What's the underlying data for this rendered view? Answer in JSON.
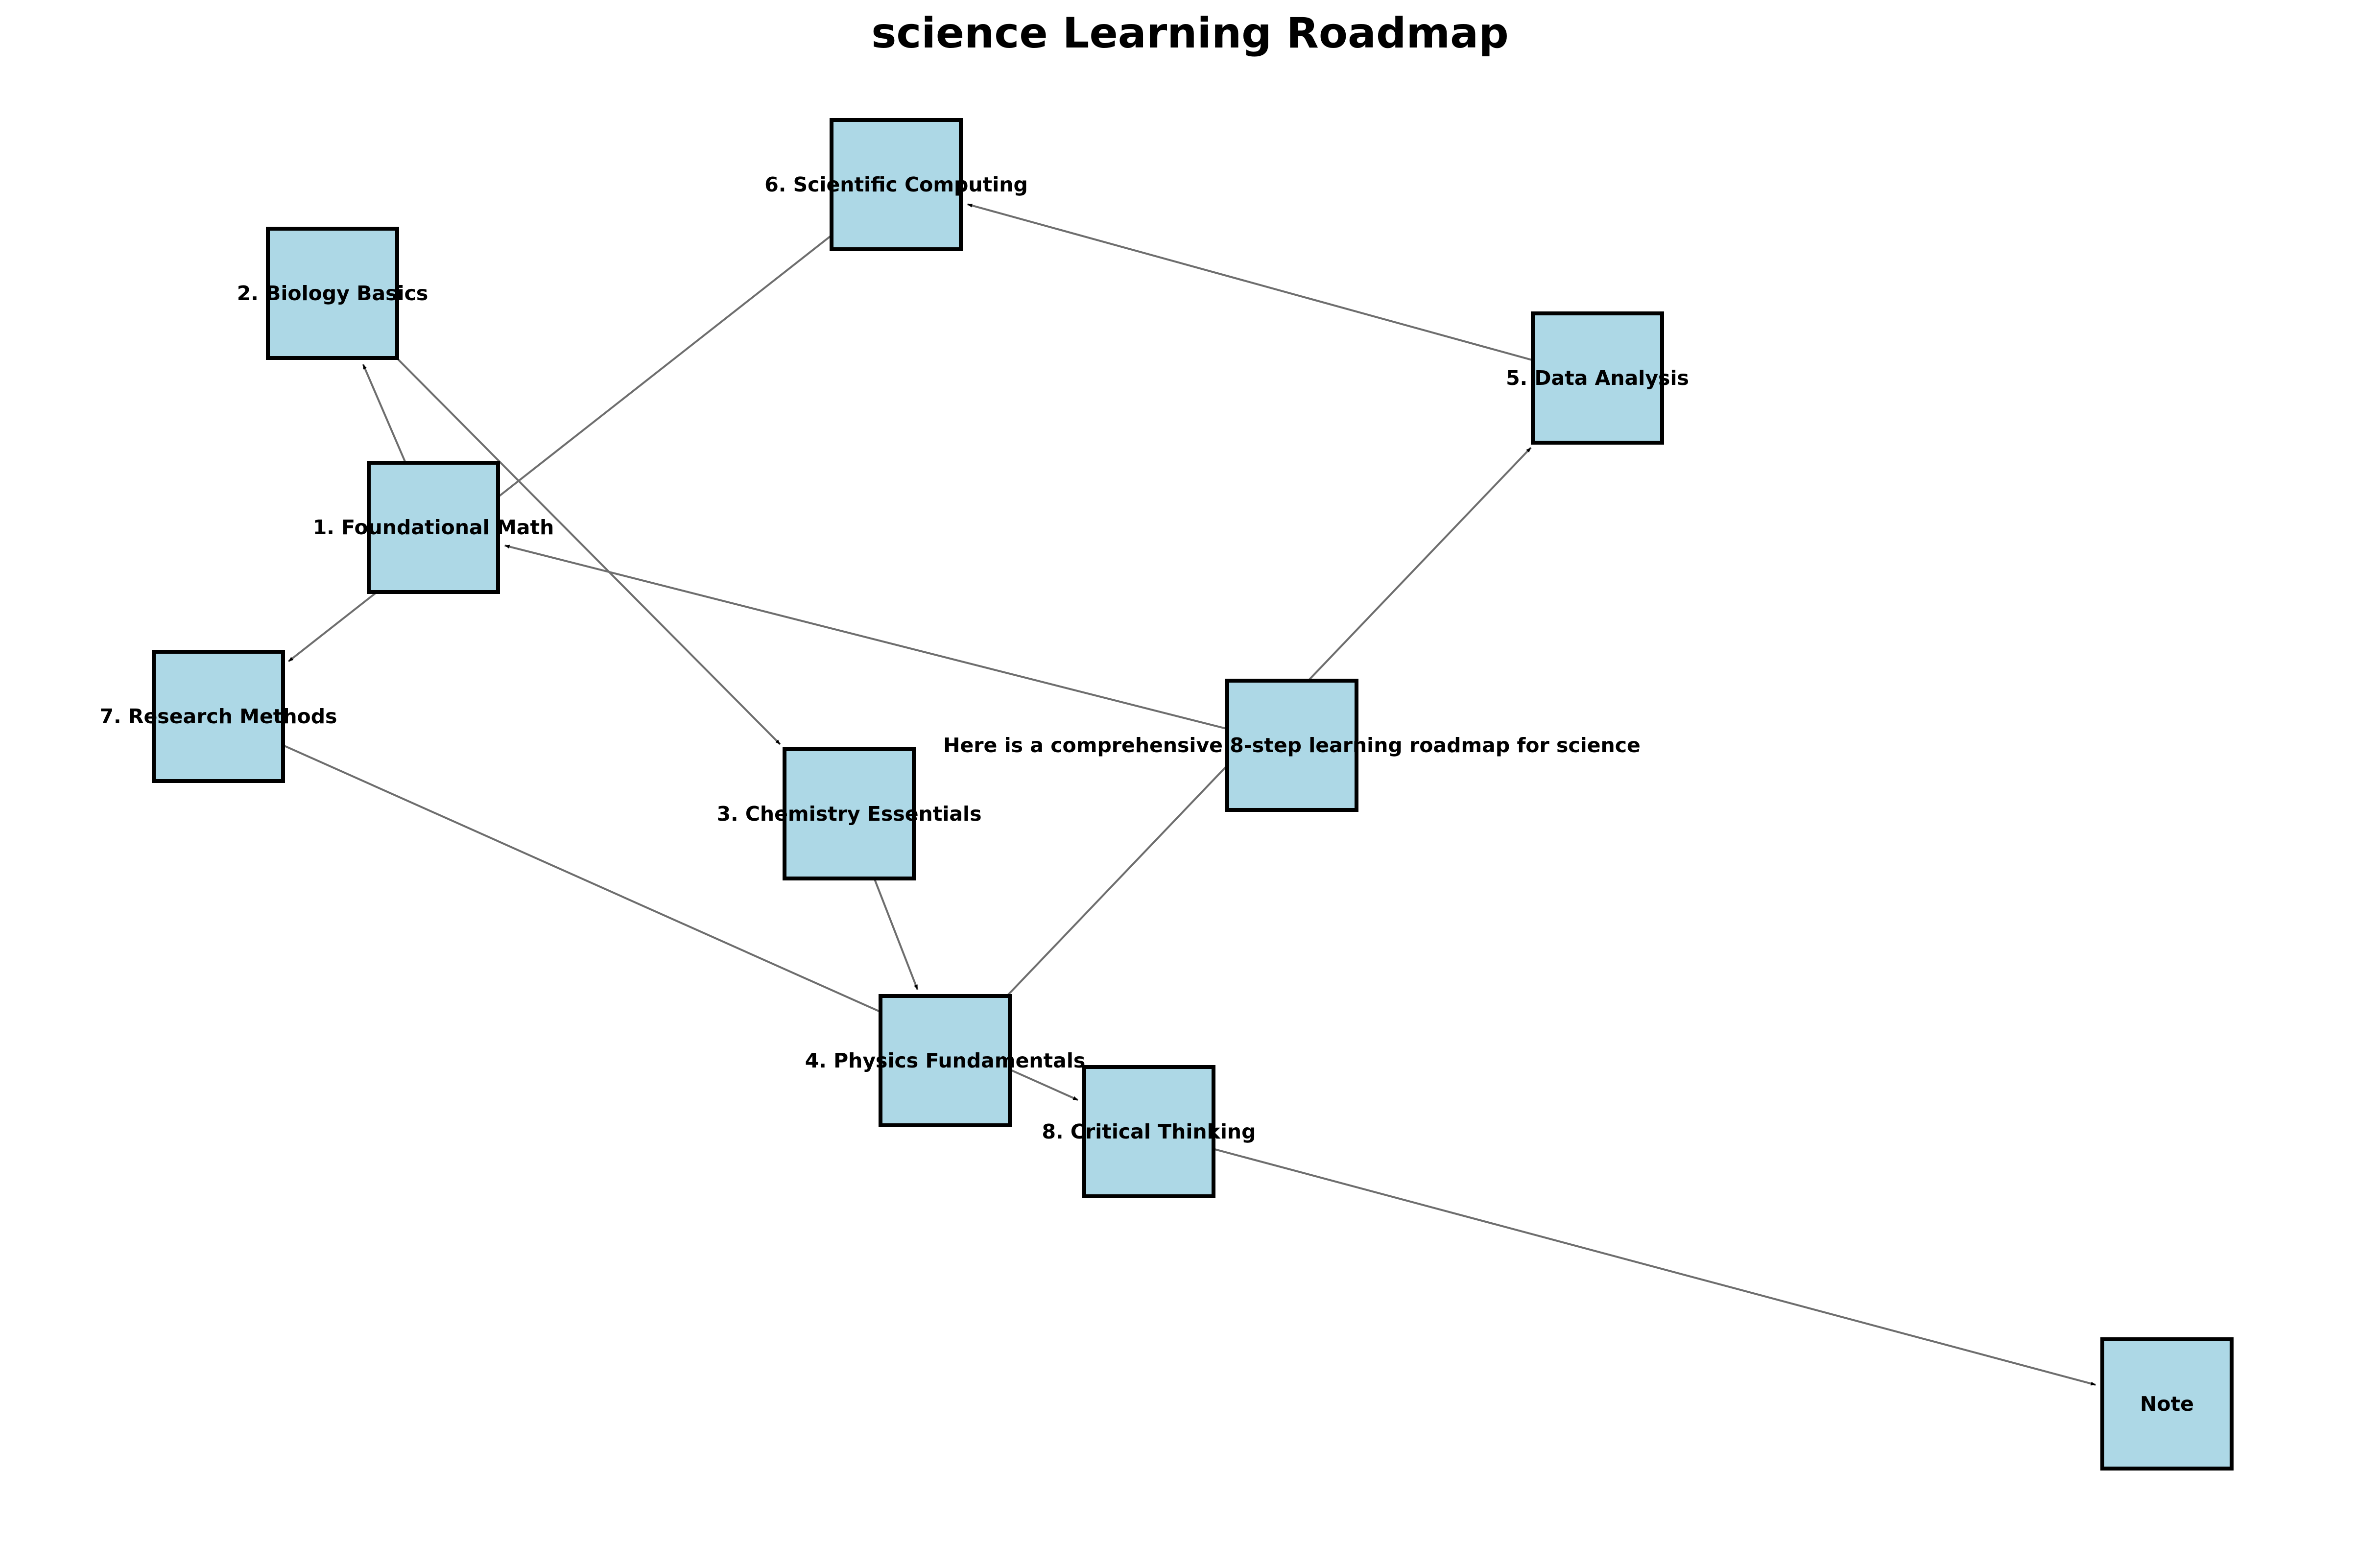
{
  "title": "science Learning Roadmap",
  "colors": {
    "node_fill": "#add8e6",
    "node_border": "#000000",
    "edge": "#6e6e6e",
    "text": "#000000"
  },
  "nodes": [
    {
      "id": "intro",
      "label": "Here is a comprehensive 8-step learning roadmap for science"
    },
    {
      "id": "n1",
      "label": "1. Foundational Math"
    },
    {
      "id": "n2",
      "label": "2. Biology Basics"
    },
    {
      "id": "n3",
      "label": "3. Chemistry Essentials"
    },
    {
      "id": "n4",
      "label": "4. Physics Fundamentals"
    },
    {
      "id": "n5",
      "label": "5. Data Analysis"
    },
    {
      "id": "n6",
      "label": "6. Scientific Computing"
    },
    {
      "id": "n7",
      "label": "7. Research Methods"
    },
    {
      "id": "n8",
      "label": "8. Critical Thinking"
    },
    {
      "id": "note",
      "label": "Note"
    }
  ],
  "edges": [
    {
      "from": "intro",
      "to": "n1"
    },
    {
      "from": "n1",
      "to": "n2"
    },
    {
      "from": "n2",
      "to": "n3"
    },
    {
      "from": "n3",
      "to": "n4"
    },
    {
      "from": "n4",
      "to": "n5"
    },
    {
      "from": "n5",
      "to": "n6"
    },
    {
      "from": "n6",
      "to": "n7"
    },
    {
      "from": "n7",
      "to": "n8"
    },
    {
      "from": "n8",
      "to": "note"
    }
  ]
}
